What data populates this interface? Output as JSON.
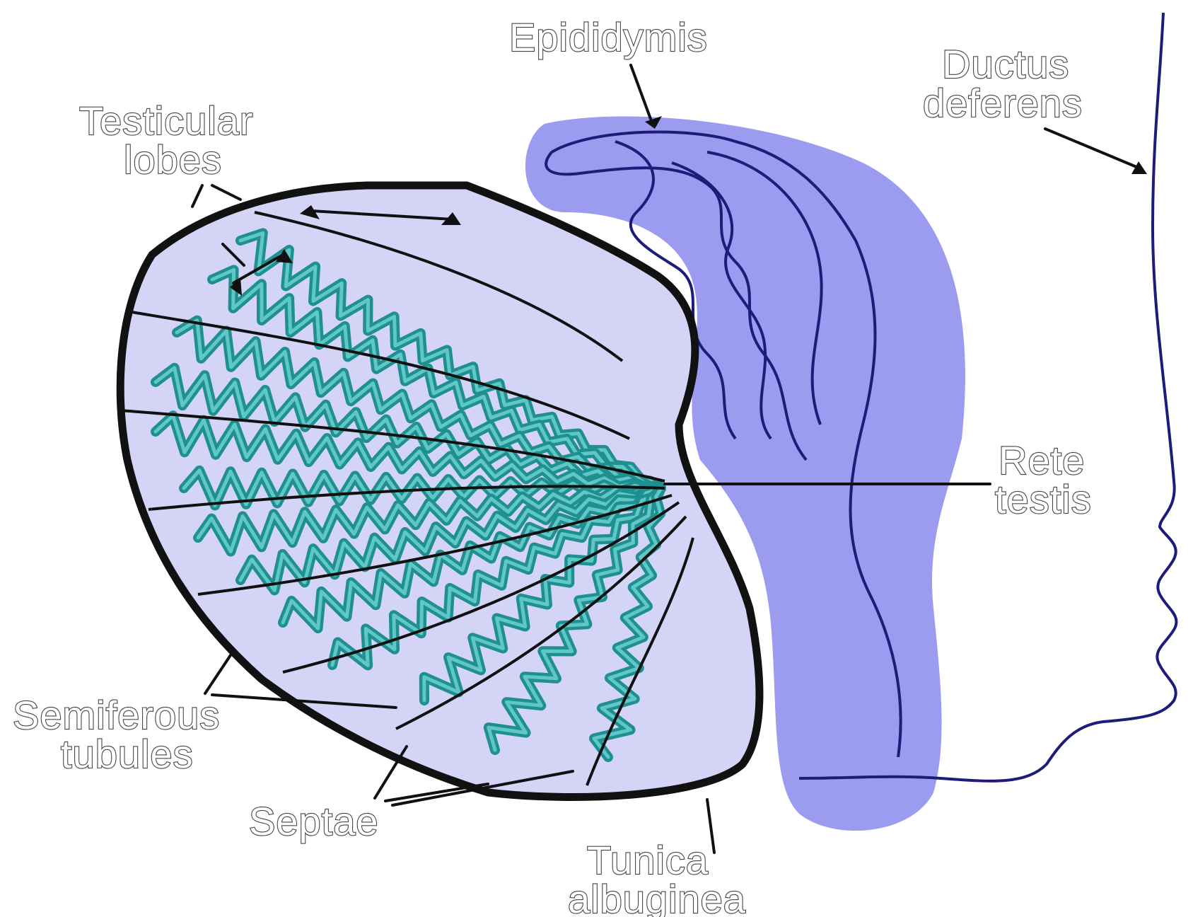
{
  "labels": {
    "epididymis": "Epididymis",
    "ductus_line1": "Ductus",
    "ductus_line2": "deferens",
    "lobes_line1": "Testicular",
    "lobes_line2": "lobes",
    "rete_line1": "Rete",
    "rete_line2": "testis",
    "semi_line1": "Semiferous",
    "semi_line2": "tubules",
    "septae": "Septae",
    "tunica_line1": "Tunica",
    "tunica_line2": "albuginea"
  },
  "colors": {
    "epididymis_fill": "#9b9bf0",
    "testis_fill": "#d4d4f7",
    "tubule": "#1f8f8f",
    "tubule_light": "#5fc7c7",
    "duct": "#1c1c7a",
    "outline": "#111111",
    "septa": "#111111"
  }
}
